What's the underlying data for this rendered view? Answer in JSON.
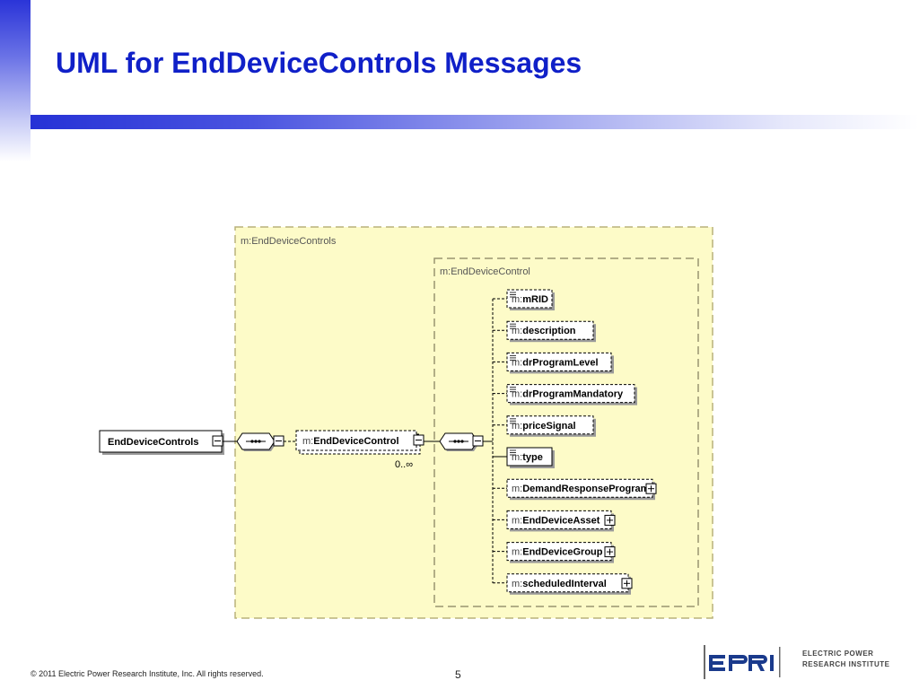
{
  "slide": {
    "title": "UML for EndDeviceControls Messages",
    "footer": "© 2011 Electric Power Research Institute, Inc. All rights reserved.",
    "page_number": "5"
  },
  "logo": {
    "mark": "EPRI",
    "line1": "ELECTRIC POWER",
    "line2": "RESEARCH INSTITUTE"
  },
  "diagram": {
    "outer_frame_label": "m:EndDeviceControls",
    "inner_frame_label": "m:EndDeviceControl",
    "root": "EndDeviceControls",
    "element_prefix": "m:",
    "element": "EndDeviceControl",
    "multiplicity": "0..∞",
    "children": [
      {
        "name": "mRID"
      },
      {
        "name": "description"
      },
      {
        "name": "drProgramLevel"
      },
      {
        "name": "drProgramMandatory"
      },
      {
        "name": "priceSignal"
      },
      {
        "name": "type"
      },
      {
        "name": "DemandResponseProgram"
      },
      {
        "name": "EndDeviceAsset"
      },
      {
        "name": "EndDeviceGroup"
      },
      {
        "name": "scheduledInterval"
      }
    ]
  },
  "colors": {
    "title": "#1020c8",
    "frame_fill": "#fdfbc8",
    "frame_border": "#b9b27a"
  }
}
